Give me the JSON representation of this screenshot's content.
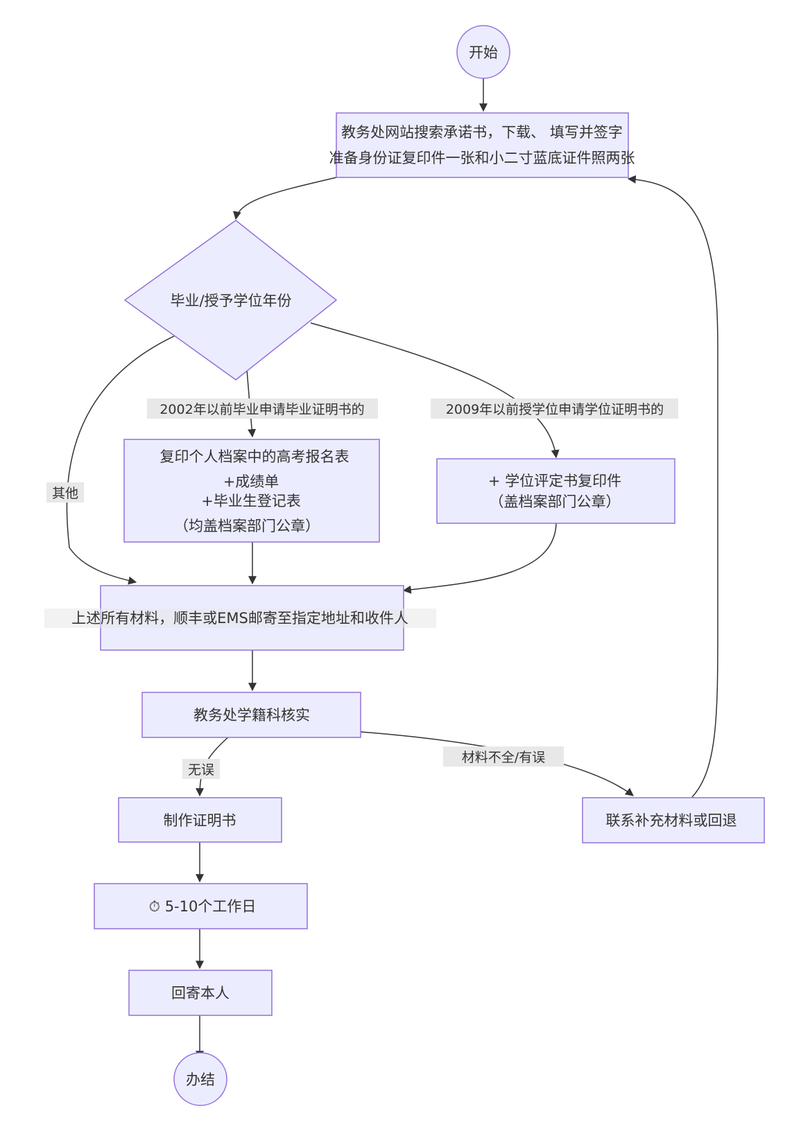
{
  "flowchart": {
    "start": {
      "label": "开始"
    },
    "step_download": {
      "lines": [
        "教务处网站搜索承诺书，下载、 填写并签字",
        "准备身份证复印件一张和小二寸蓝底证件照两张"
      ]
    },
    "decision_year": {
      "label": "毕业/授予学位年份"
    },
    "step_grad_docs": {
      "lines": [
        "复印个人档案中的高考报名表",
        "+成绩单",
        "+毕业生登记表",
        "（均盖档案部门公章）"
      ]
    },
    "step_degree_docs": {
      "lines": [
        "+ 学位评定书复印件",
        "（盖档案部门公章）"
      ]
    },
    "step_mail": {
      "label": "上述所有材料，顺丰或EMS邮寄至指定地址和收件人"
    },
    "step_verify": {
      "label": "教务处学籍科核实"
    },
    "step_supplement": {
      "label": "联系补充材料或回退"
    },
    "step_make": {
      "label": "制作证明书"
    },
    "step_wait": {
      "icon": "stopwatch-icon",
      "label": "⏱ 5-10个工作日"
    },
    "step_return": {
      "label": "回寄本人"
    },
    "end": {
      "label": "办结"
    },
    "edge_labels": {
      "pre2002": "2002年以前毕业申请毕业证明书的",
      "pre2009": "2009年以前授学位申请学位证明书的",
      "other": "其他",
      "ok": "无误",
      "incomplete": "材料不全/有误"
    },
    "colors": {
      "node_fill": "#ECECFF",
      "node_stroke": "#9370DB",
      "edge": "#333333",
      "label_bg": "#e8e8e8"
    }
  }
}
